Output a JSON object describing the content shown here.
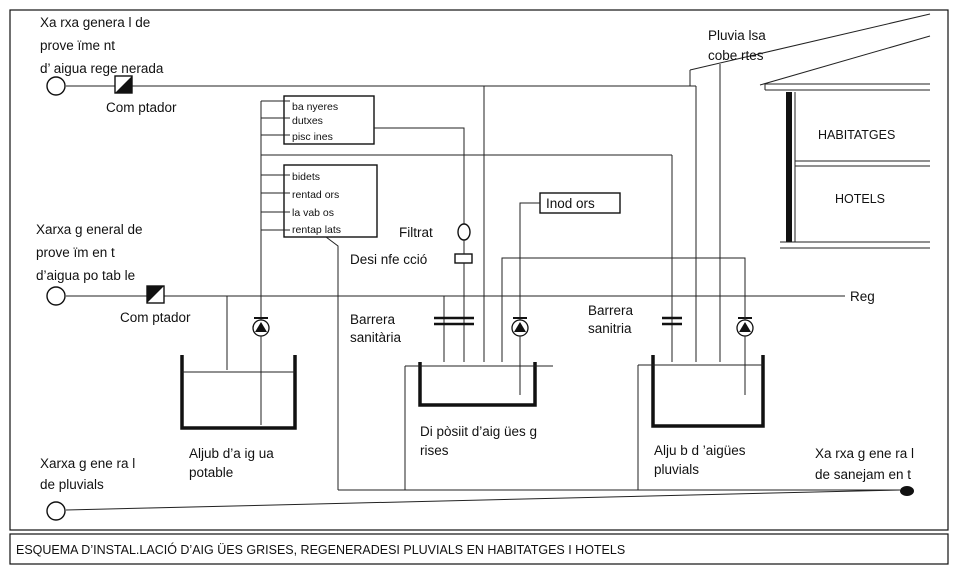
{
  "labels": {
    "regen_network": [
      "Xa rxa genera l de",
      "prove ïme nt",
      "d’ aigua rege nerada"
    ],
    "potable_network": [
      "Xarxa g eneral de",
      "prove ïm en t",
      "d’aigua po tab le"
    ],
    "pluvial_network": [
      "Xarxa g ene ra l",
      "de pluvials"
    ],
    "sewer_network": [
      "Xa rxa g ene ra l",
      "de sanejam en t"
    ],
    "meter_top": "Com ptador",
    "meter_mid": "Com ptador",
    "roof_rain": [
      "Pluvia lsa",
      "cobe rtes"
    ],
    "housing": "HABITATGES",
    "hotels": "HOTELS",
    "filter": "Filtrat",
    "disinfection": "Desi nfe cció",
    "toilets": "Inod ors",
    "irrigation": "Reg",
    "sanitary_barrier_1": [
      "Barrera",
      "sanitària"
    ],
    "sanitary_barrier_2": [
      "Barrera",
      "sanitria"
    ],
    "potable_tank": [
      "Aljub d’a ig ua",
      "potable"
    ],
    "grey_tank": [
      "Di pòsiit d’aig ües g",
      "rises"
    ],
    "pluvial_tank": [
      "Alju b d ’aigües",
      "pluvials"
    ],
    "caption": "ESQUEMA D’INSTAL.LACIÓ D’AIG ÜES GRISES, REGENERADESI PLUVIALS EN HABITATGES I HOTELS"
  },
  "source_box_1": [
    "ba nyeres",
    "dutxes",
    "pisc ines"
  ],
  "source_box_2": [
    "bidets",
    "rentad ors",
    "la vab os",
    "rentap lats"
  ],
  "icons": [
    "meter-icon",
    "pump-icon",
    "circle-connector-icon",
    "filter-icon",
    "disinfection-icon",
    "barrier-icon",
    "sewer-outlet-icon"
  ]
}
